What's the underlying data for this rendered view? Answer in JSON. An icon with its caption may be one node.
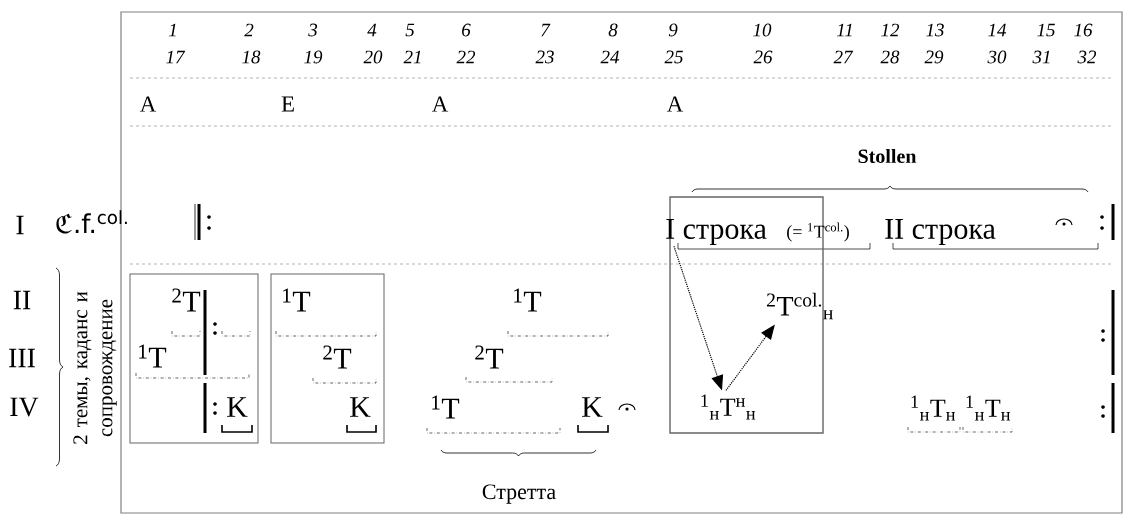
{
  "diagram": {
    "nodes": [
      {
        "text": [
          "$^{2}$T",
          "$^{1}$T",
          "K"
        ]
      },
      {
        "text": [
          "$^{1}$T",
          "$^{2}$T",
          "K"
        ]
      },
      {
        "text": [],
        "shape": "box"
      },
      {
        "text": [
          "I строка"
        ],
        "in": 2
      },
      {
        "text": [
          "$^{1}$$_{н}$T$^{н}$$_{н}$"
        ],
        "in": 2
      },
      {
        "text": [
          "$^{2}$T$^{col.}$$_{н}$"
        ],
        "in": 2
      }
    ],
    "edges": [
      {
        "from": 3,
        "to": 4,
        "arrow": "to",
        "style": "dashed"
      },
      {
        "from": 4,
        "to": 5,
        "arrow": "to",
        "style": "dashed"
      }
    ],
    "labels": [
      "1",
      "2",
      "3",
      "4",
      "5",
      "6",
      "7",
      "8",
      "9",
      "10",
      "11",
      "12",
      "13",
      "14",
      "15",
      "16",
      "17",
      "18",
      "19",
      "20",
      "21",
      "22",
      "23",
      "24",
      "25",
      "26",
      "27",
      "28",
      "29",
      "30",
      "31",
      "32",
      "A",
      "E",
      "A",
      "A",
      "Stollen",
      "I",
      "ℭ.f.$^{col.}$",
      "(= $^{1}$T$^{col.}$)",
      "II строка",
      "II",
      "III",
      "IV",
      "2 темы, каданс и сопровождение",
      "$^{1}$T",
      "$^{2}$T",
      "$^{1}$T",
      "K",
      "$^{1}$$_{н}$T$_{н}$",
      "$^{1}$$_{н}$T$_{н}$",
      "Стретта"
    ]
  }
}
